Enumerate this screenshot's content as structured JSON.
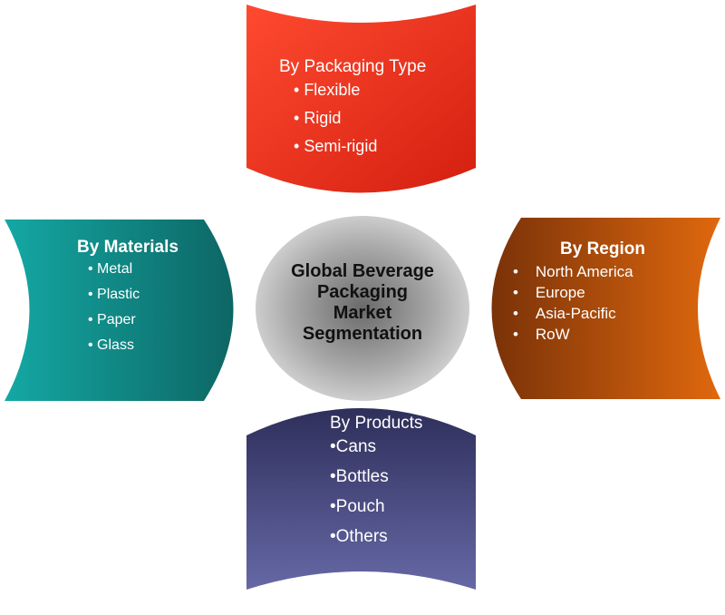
{
  "center": {
    "lines": [
      "Global Beverage",
      "Packaging",
      "Market",
      "Segmentation"
    ]
  },
  "packaging": {
    "title": "By Packaging Type",
    "items": [
      "Flexible",
      "Rigid",
      "Semi-rigid"
    ],
    "color": "#e8321a"
  },
  "materials": {
    "title": "By Materials",
    "items": [
      "Metal",
      "Plastic",
      "Paper",
      "Glass"
    ],
    "color": "#138a88"
  },
  "region": {
    "title": "By Region",
    "items": [
      "North America",
      "Europe",
      "Asia-Pacific",
      "RoW"
    ],
    "color": "#b9500e"
  },
  "products": {
    "title": "By Products",
    "items": [
      "Cans",
      "Bottles",
      "Pouch",
      "Others"
    ],
    "color": "#4a4d82"
  }
}
